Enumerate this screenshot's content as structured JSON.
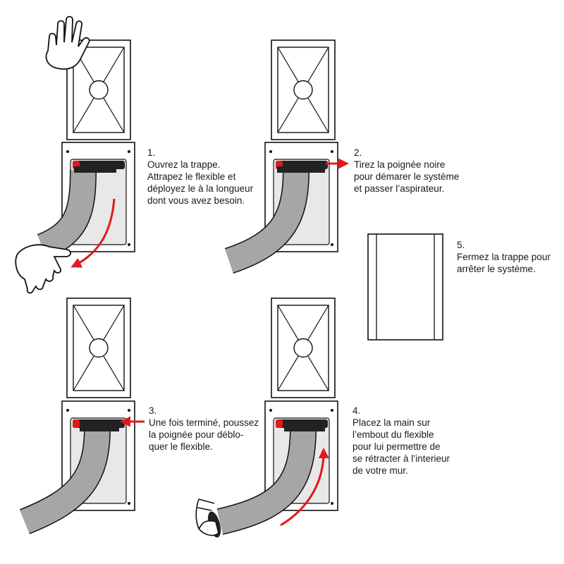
{
  "colors": {
    "hose": "#a6a6a6",
    "panel": "#e8e8e8",
    "handle": "#222222",
    "accent": "#e0191e",
    "outline": "#111111"
  },
  "steps": [
    {
      "number": "1.",
      "lines": [
        "Ouvrez la trappe.",
        "Attrapez le flexible et",
        "déployez le à la longueur",
        "dont vous avez besoin."
      ]
    },
    {
      "number": "2.",
      "lines": [
        "Tirez la poignée noire",
        "pour démarer le système",
        "et passer l’aspirateur."
      ]
    },
    {
      "number": "3.",
      "lines": [
        "Une fois terminé, poussez",
        "la poignée pour déblo-",
        "quer le flexible."
      ]
    },
    {
      "number": "4.",
      "lines": [
        "Placez la main sur",
        "l’embout du flexible",
        "pour lui permettre de",
        "se rétracter à l’interieur",
        "de votre mur."
      ]
    },
    {
      "number": "5.",
      "lines": [
        "Fermez la trappe pour",
        "arrêter le système."
      ]
    }
  ],
  "icons": [
    "open-hand-icon",
    "pulling-hand-icon",
    "pushing-hand-icon"
  ]
}
